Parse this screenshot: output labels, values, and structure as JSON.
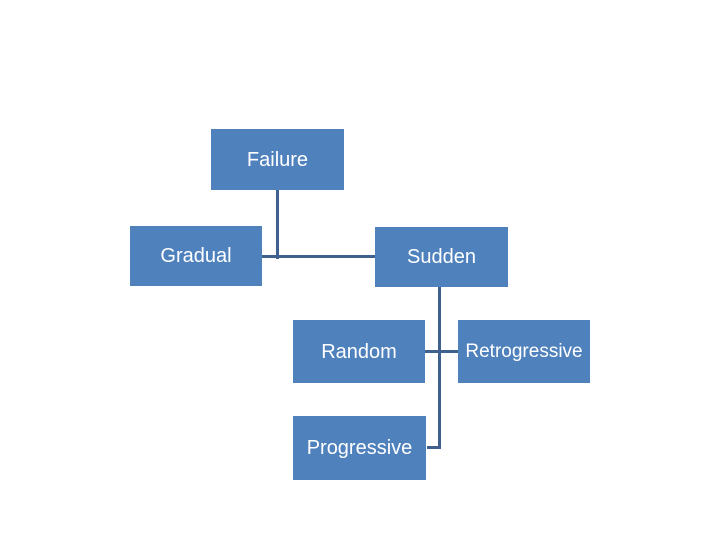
{
  "diagram": {
    "type": "hierarchy",
    "nodes": {
      "failure": {
        "label": "Failure",
        "level": 1
      },
      "gradual": {
        "label": "Gradual",
        "level": 2
      },
      "sudden": {
        "label": "Sudden",
        "level": 2
      },
      "random": {
        "label": "Random",
        "level": 3
      },
      "retrogressive": {
        "label": "Retrogressive",
        "level": 3
      },
      "progressive": {
        "label": "Progressive",
        "level": 3
      }
    },
    "edges": [
      {
        "from": "Failure",
        "to": "Gradual"
      },
      {
        "from": "Failure",
        "to": "Sudden"
      },
      {
        "from": "Sudden",
        "to": "Random"
      },
      {
        "from": "Sudden",
        "to": "Retrogressive"
      },
      {
        "from": "Sudden",
        "to": "Progressive"
      }
    ],
    "colors": {
      "node_fill": "#4F81BD",
      "node_text": "#FFFFFF",
      "connector": "#3F618F",
      "background": "#FFFFFF"
    }
  }
}
